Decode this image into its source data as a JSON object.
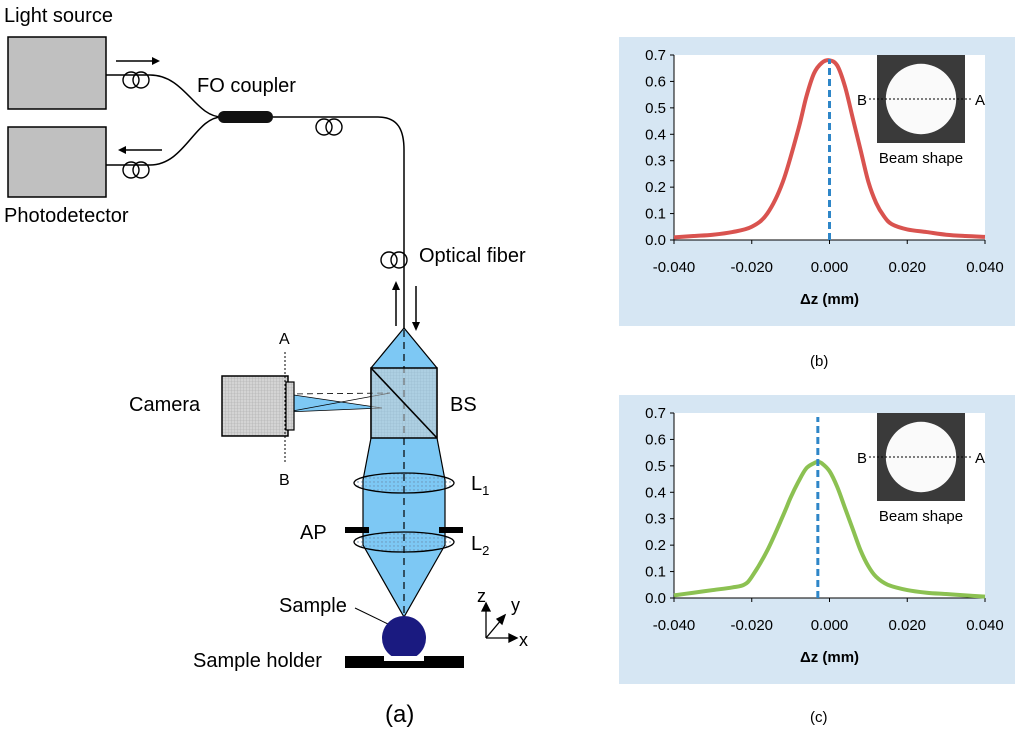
{
  "diagram": {
    "light_source": "Light source",
    "photodetector": "Photodetector",
    "fo_coupler": "FO coupler",
    "optical_fiber": "Optical fiber",
    "camera": "Camera",
    "bs": "BS",
    "l1_main": "L",
    "l1_sub": "1",
    "l2_main": "L",
    "l2_sub": "2",
    "ap": "AP",
    "sample": "Sample",
    "sample_holder": "Sample holder",
    "point_a": "A",
    "point_b": "B",
    "axis_x": "x",
    "axis_y": "y",
    "axis_z": "z",
    "caption": "(a)"
  },
  "colors": {
    "beam": "#7dc8f4",
    "device_gray": "#c0c0c0",
    "panel_bg": "#d6e6f3",
    "sample_blue": "#1a1a80",
    "dashed_marker": "#2e86c8"
  },
  "chart_data": [
    {
      "type": "line",
      "caption": "(b)",
      "xlabel": "Δz (mm)",
      "ylabel": "",
      "xlim": [
        -0.04,
        0.04
      ],
      "ylim": [
        0,
        0.7
      ],
      "xticks": [
        "-0.040",
        "-0.020",
        "0.000",
        "0.020",
        "0.040"
      ],
      "yticks": [
        "0.0",
        "0.1",
        "0.2",
        "0.3",
        "0.4",
        "0.5",
        "0.6",
        "0.7"
      ],
      "color": "#d9534f",
      "marker_x": 0.0,
      "inset_label": "Beam shape",
      "inset_a": "A",
      "inset_b": "B",
      "series": [
        {
          "x": [
            -0.04,
            -0.035,
            -0.03,
            -0.025,
            -0.02,
            -0.016,
            -0.012,
            -0.008,
            -0.006,
            -0.004,
            -0.002,
            0.0,
            0.002,
            0.004,
            0.006,
            0.008,
            0.01,
            0.012,
            0.014,
            0.016,
            0.02,
            0.025,
            0.03,
            0.035,
            0.04
          ],
          "y": [
            0.01,
            0.015,
            0.02,
            0.03,
            0.05,
            0.1,
            0.22,
            0.42,
            0.54,
            0.63,
            0.67,
            0.68,
            0.66,
            0.58,
            0.46,
            0.34,
            0.22,
            0.14,
            0.09,
            0.06,
            0.04,
            0.03,
            0.02,
            0.015,
            0.012
          ]
        }
      ]
    },
    {
      "type": "line",
      "caption": "(c)",
      "xlabel": "Δz (mm)",
      "ylabel": "",
      "xlim": [
        -0.04,
        0.04
      ],
      "ylim": [
        0,
        0.7
      ],
      "xticks": [
        "-0.040",
        "-0.020",
        "0.000",
        "0.020",
        "0.040"
      ],
      "yticks": [
        "0.0",
        "0.1",
        "0.2",
        "0.3",
        "0.4",
        "0.5",
        "0.6",
        "0.7"
      ],
      "color": "#8cc152",
      "marker_x": -0.003,
      "inset_label": "Beam shape",
      "inset_a": "A",
      "inset_b": "B",
      "series": [
        {
          "x": [
            -0.04,
            -0.035,
            -0.03,
            -0.025,
            -0.022,
            -0.02,
            -0.016,
            -0.012,
            -0.01,
            -0.008,
            -0.006,
            -0.004,
            -0.003,
            -0.002,
            0.0,
            0.002,
            0.004,
            0.006,
            0.008,
            0.01,
            0.012,
            0.015,
            0.02,
            0.025,
            0.03,
            0.035,
            0.04
          ],
          "y": [
            0.01,
            0.02,
            0.03,
            0.04,
            0.05,
            0.08,
            0.18,
            0.31,
            0.38,
            0.44,
            0.49,
            0.51,
            0.515,
            0.51,
            0.48,
            0.42,
            0.34,
            0.26,
            0.18,
            0.12,
            0.08,
            0.05,
            0.03,
            0.02,
            0.015,
            0.01,
            0.005
          ]
        }
      ]
    }
  ]
}
